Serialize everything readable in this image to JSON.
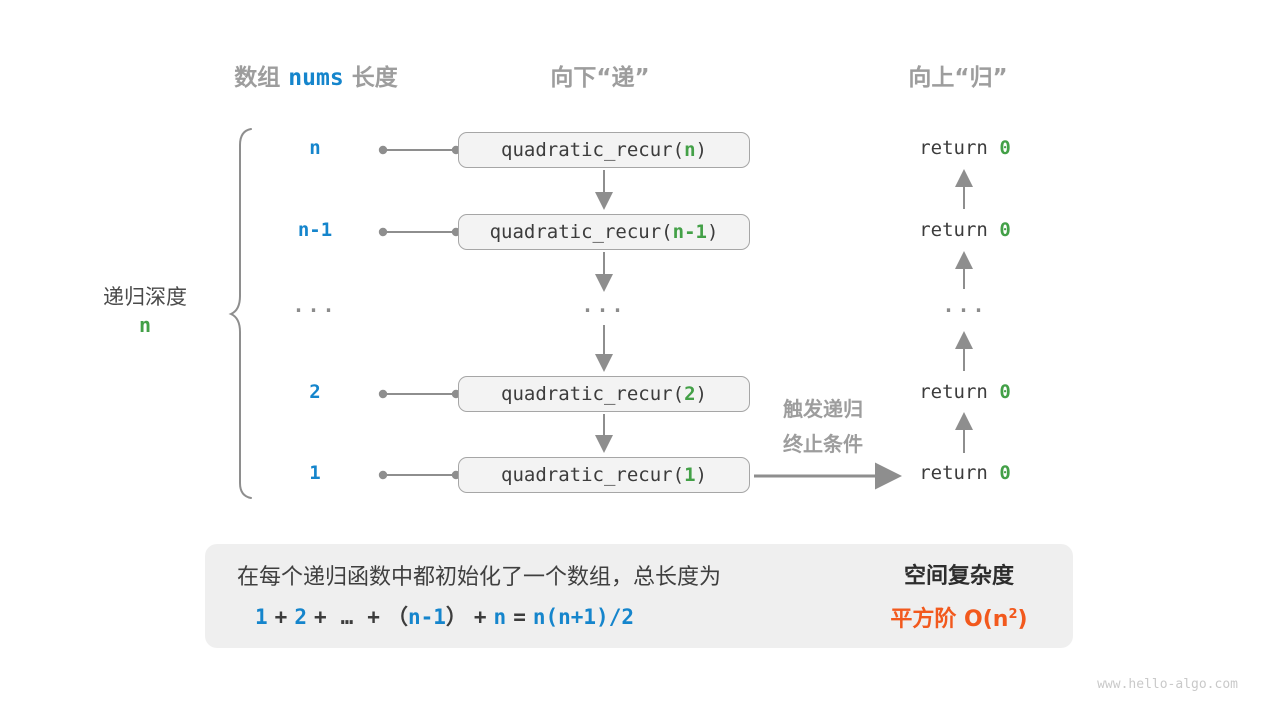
{
  "headers": {
    "col1_pre": "数组 ",
    "col1_code": "nums",
    "col1_post": " 长度",
    "col2": "向下“递”",
    "col3": "向上“归”"
  },
  "depth_brace": {
    "label": "递归深度",
    "value": "n"
  },
  "rows": [
    {
      "label": "n",
      "call_prefix": "quadratic_recur(",
      "call_arg": "n",
      "call_suffix": ")",
      "ret_prefix": "return ",
      "ret_value": "0"
    },
    {
      "label": "n-1",
      "call_prefix": "quadratic_recur(",
      "call_arg": "n-1",
      "call_suffix": ")",
      "ret_prefix": "return ",
      "ret_value": "0"
    },
    {
      "label": "...",
      "mid": "...",
      "right": "..."
    },
    {
      "label": "2",
      "call_prefix": "quadratic_recur(",
      "call_arg": "2",
      "call_suffix": ")",
      "ret_prefix": "return ",
      "ret_value": "0"
    },
    {
      "label": "1",
      "call_prefix": "quadratic_recur(",
      "call_arg": "1",
      "call_suffix": ")",
      "ret_prefix": "return ",
      "ret_value": "0"
    }
  ],
  "base_case": {
    "line1": "触发递归",
    "line2": "终止条件"
  },
  "summary": {
    "line1": "在每个递归函数中都初始化了一个数组，总长度为",
    "formula_tokens": [
      "1",
      "+",
      "2",
      "+",
      "…",
      "+",
      "（",
      "n-1",
      "）",
      "+",
      "n",
      "=",
      "n(n+1)/2"
    ],
    "result_title": "空间复杂度",
    "result_prefix": "平方阶 O(n",
    "result_sup": "2",
    "result_suffix": ")"
  },
  "watermark": "www.hello-algo.com",
  "colors": {
    "blue": "#1585cc",
    "green": "#43a047",
    "orange": "#f2591d",
    "gray_label": "#9d9d9d",
    "line": "#8e8e8e",
    "box_fill": "#f3f3f3",
    "box_border": "#a6a6a6",
    "panel_fill": "#efefef",
    "code_text": "#3c3c3c",
    "block_arrow": "#c6c6c6",
    "watermark": "#c9c9c9"
  }
}
